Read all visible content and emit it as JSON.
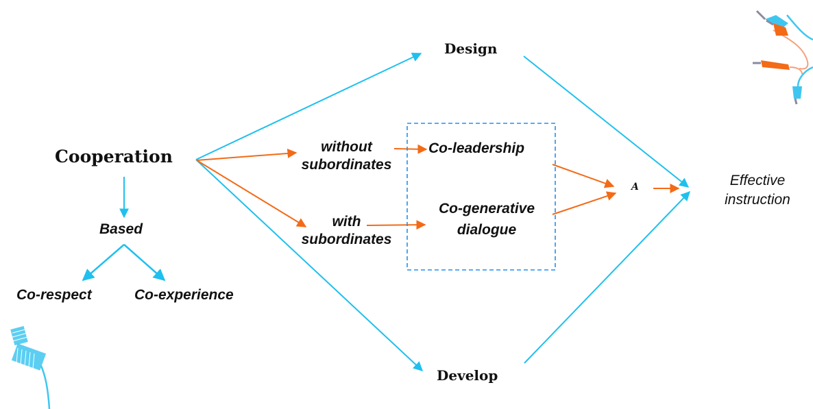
{
  "nodes": {
    "cooperation": "Cooperation",
    "design": "Design",
    "develop": "Develop",
    "without_subordinates": [
      "without",
      "subordinates"
    ],
    "with_subordinates": [
      "with",
      "subordinates"
    ],
    "co_leadership": "Co-leadership",
    "co_generative_dialogue": [
      "Co-generative",
      "dialogue"
    ],
    "a_label": "A",
    "effective_instruction": [
      "Effective",
      "instruction"
    ],
    "based": "Based",
    "co_respect": "Co-respect",
    "co_experience": "Co-experience"
  },
  "colors": {
    "cyan": "#1EC0EE",
    "orange": "#F36A17",
    "text": "#111111"
  },
  "decorations": [
    "cable-clip-decoration",
    "thread-spool-decoration"
  ]
}
